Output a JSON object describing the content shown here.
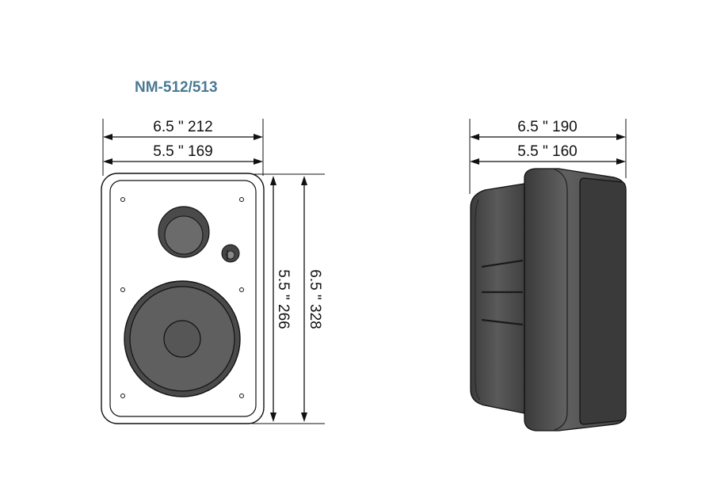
{
  "title": "NM-512/513",
  "front_view": {
    "width_outer": "6.5 \" 212",
    "width_inner": "5.5 \" 169",
    "height_inner": "5.5 \" 266",
    "height_outer": "6.5 \" 328"
  },
  "side_view": {
    "depth_outer": "6.5 \" 190",
    "depth_inner": "5.5 \" 160"
  },
  "colors": {
    "title": "#4a7a93",
    "cabinet": "#4a4a4a",
    "cone": "#5f5f5f",
    "grille": "#3a3a3a"
  }
}
